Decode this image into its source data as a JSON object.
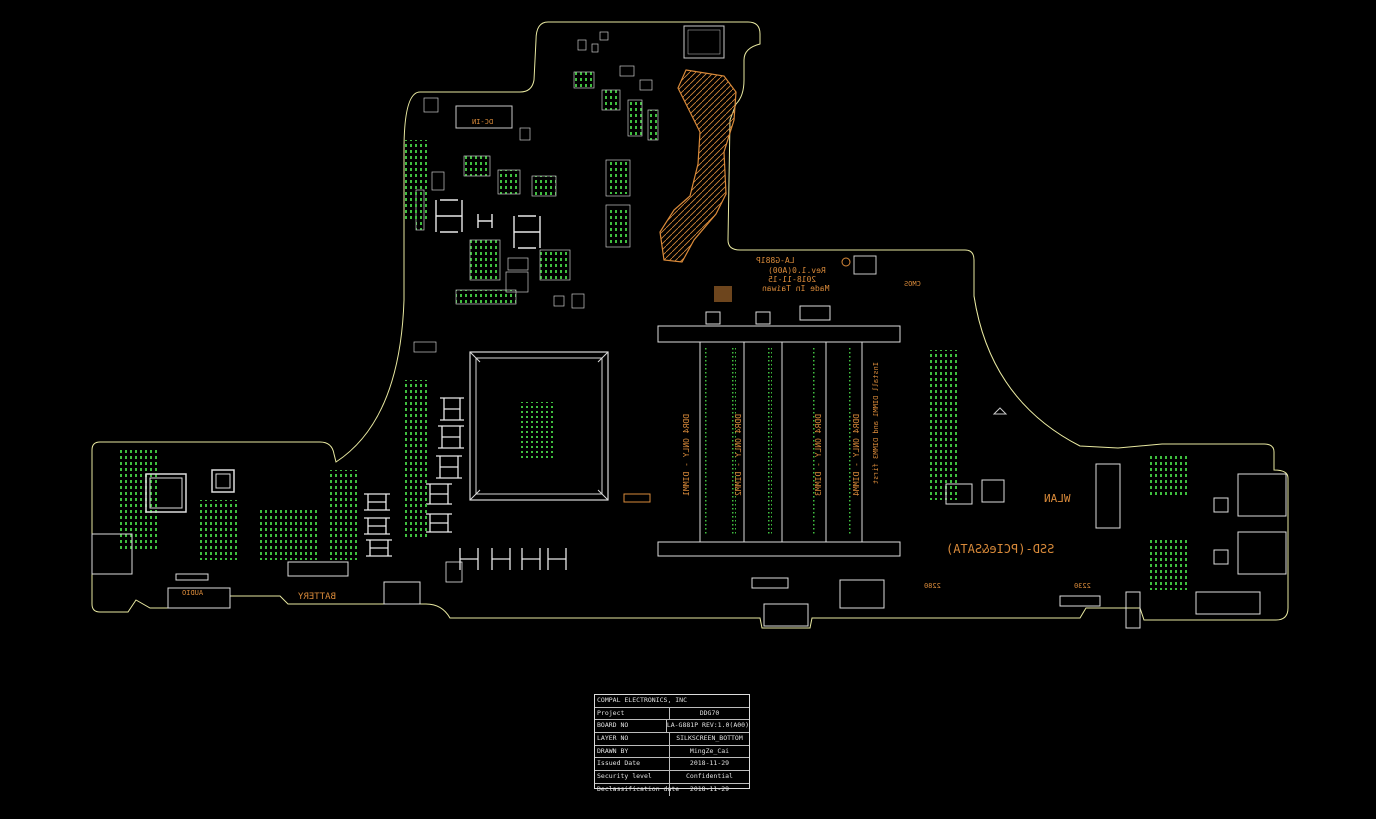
{
  "board": {
    "colors": {
      "background": "#000000",
      "outline": "#e8e8a0",
      "silkscreen": "#d98a3a",
      "component": "#c8c8c8",
      "pad": "#3fbf3f",
      "via": "#b44ad6"
    },
    "labels": {
      "mark_top": "LA-G881P",
      "mark_rev": "Rev.1.0(A00)",
      "mark_date": "2018-11-15",
      "mark_made": "Made In Taiwan",
      "dimm1": "DDR4 ONLY - DIMM1",
      "dimm2": "DDR4 ONLY - DIMM2",
      "dimm3": "DDR4 ONLY - DIMM3",
      "dimm4": "DDR4 ONLY - DIMM4",
      "dimm_order": "Install DIMM1 and DIMM3 first",
      "ssd_pcie": "SSD-(PCIe&SATA)",
      "wlan": "WLAN",
      "audio": "AUDIO",
      "battery": "BATTERY",
      "m2_2280": "2280",
      "m2_2230": "2230",
      "dc_in": "DC-IN",
      "cmos": "CMOS"
    }
  },
  "title_block": {
    "company": "COMPAL ELECTRONICS, INC",
    "rows": [
      {
        "key": "Project",
        "value": "DDG70"
      },
      {
        "key": "BOARD NO",
        "value": "LA-G881P  REV:1.0(A00)"
      },
      {
        "key": "LAYER NO",
        "value": "SILKSCREEN_BOTTOM"
      },
      {
        "key": "DRAWN BY",
        "value": "MingZe_Cai"
      },
      {
        "key": "Issued Date",
        "value": "2018-11-29"
      },
      {
        "key": "Security level",
        "value": "Confidential"
      },
      {
        "key": "Declassification date",
        "value": "2018-11-29"
      }
    ]
  }
}
